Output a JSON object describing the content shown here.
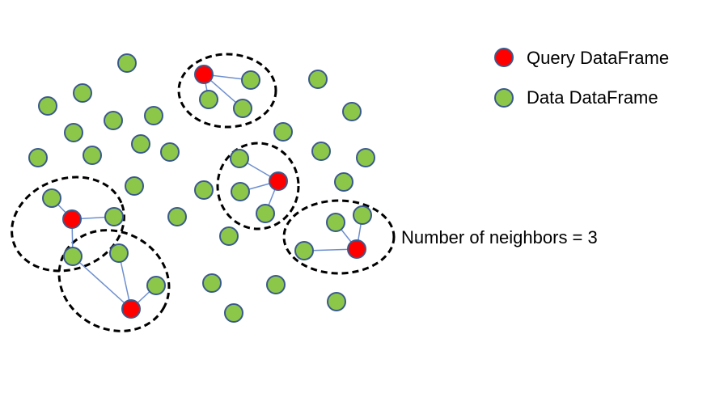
{
  "legend": {
    "query_label": "Query DataFrame",
    "data_label": "Data DataFrame"
  },
  "annotation": {
    "neighbors_label": "Number of neighbors = 3"
  },
  "colors": {
    "query_fill": "#ff0000",
    "data_fill": "#8cc74a",
    "node_stroke": "#3b5a8c",
    "edge": "#6d8fcf",
    "cluster_outline": "#000000"
  }
}
